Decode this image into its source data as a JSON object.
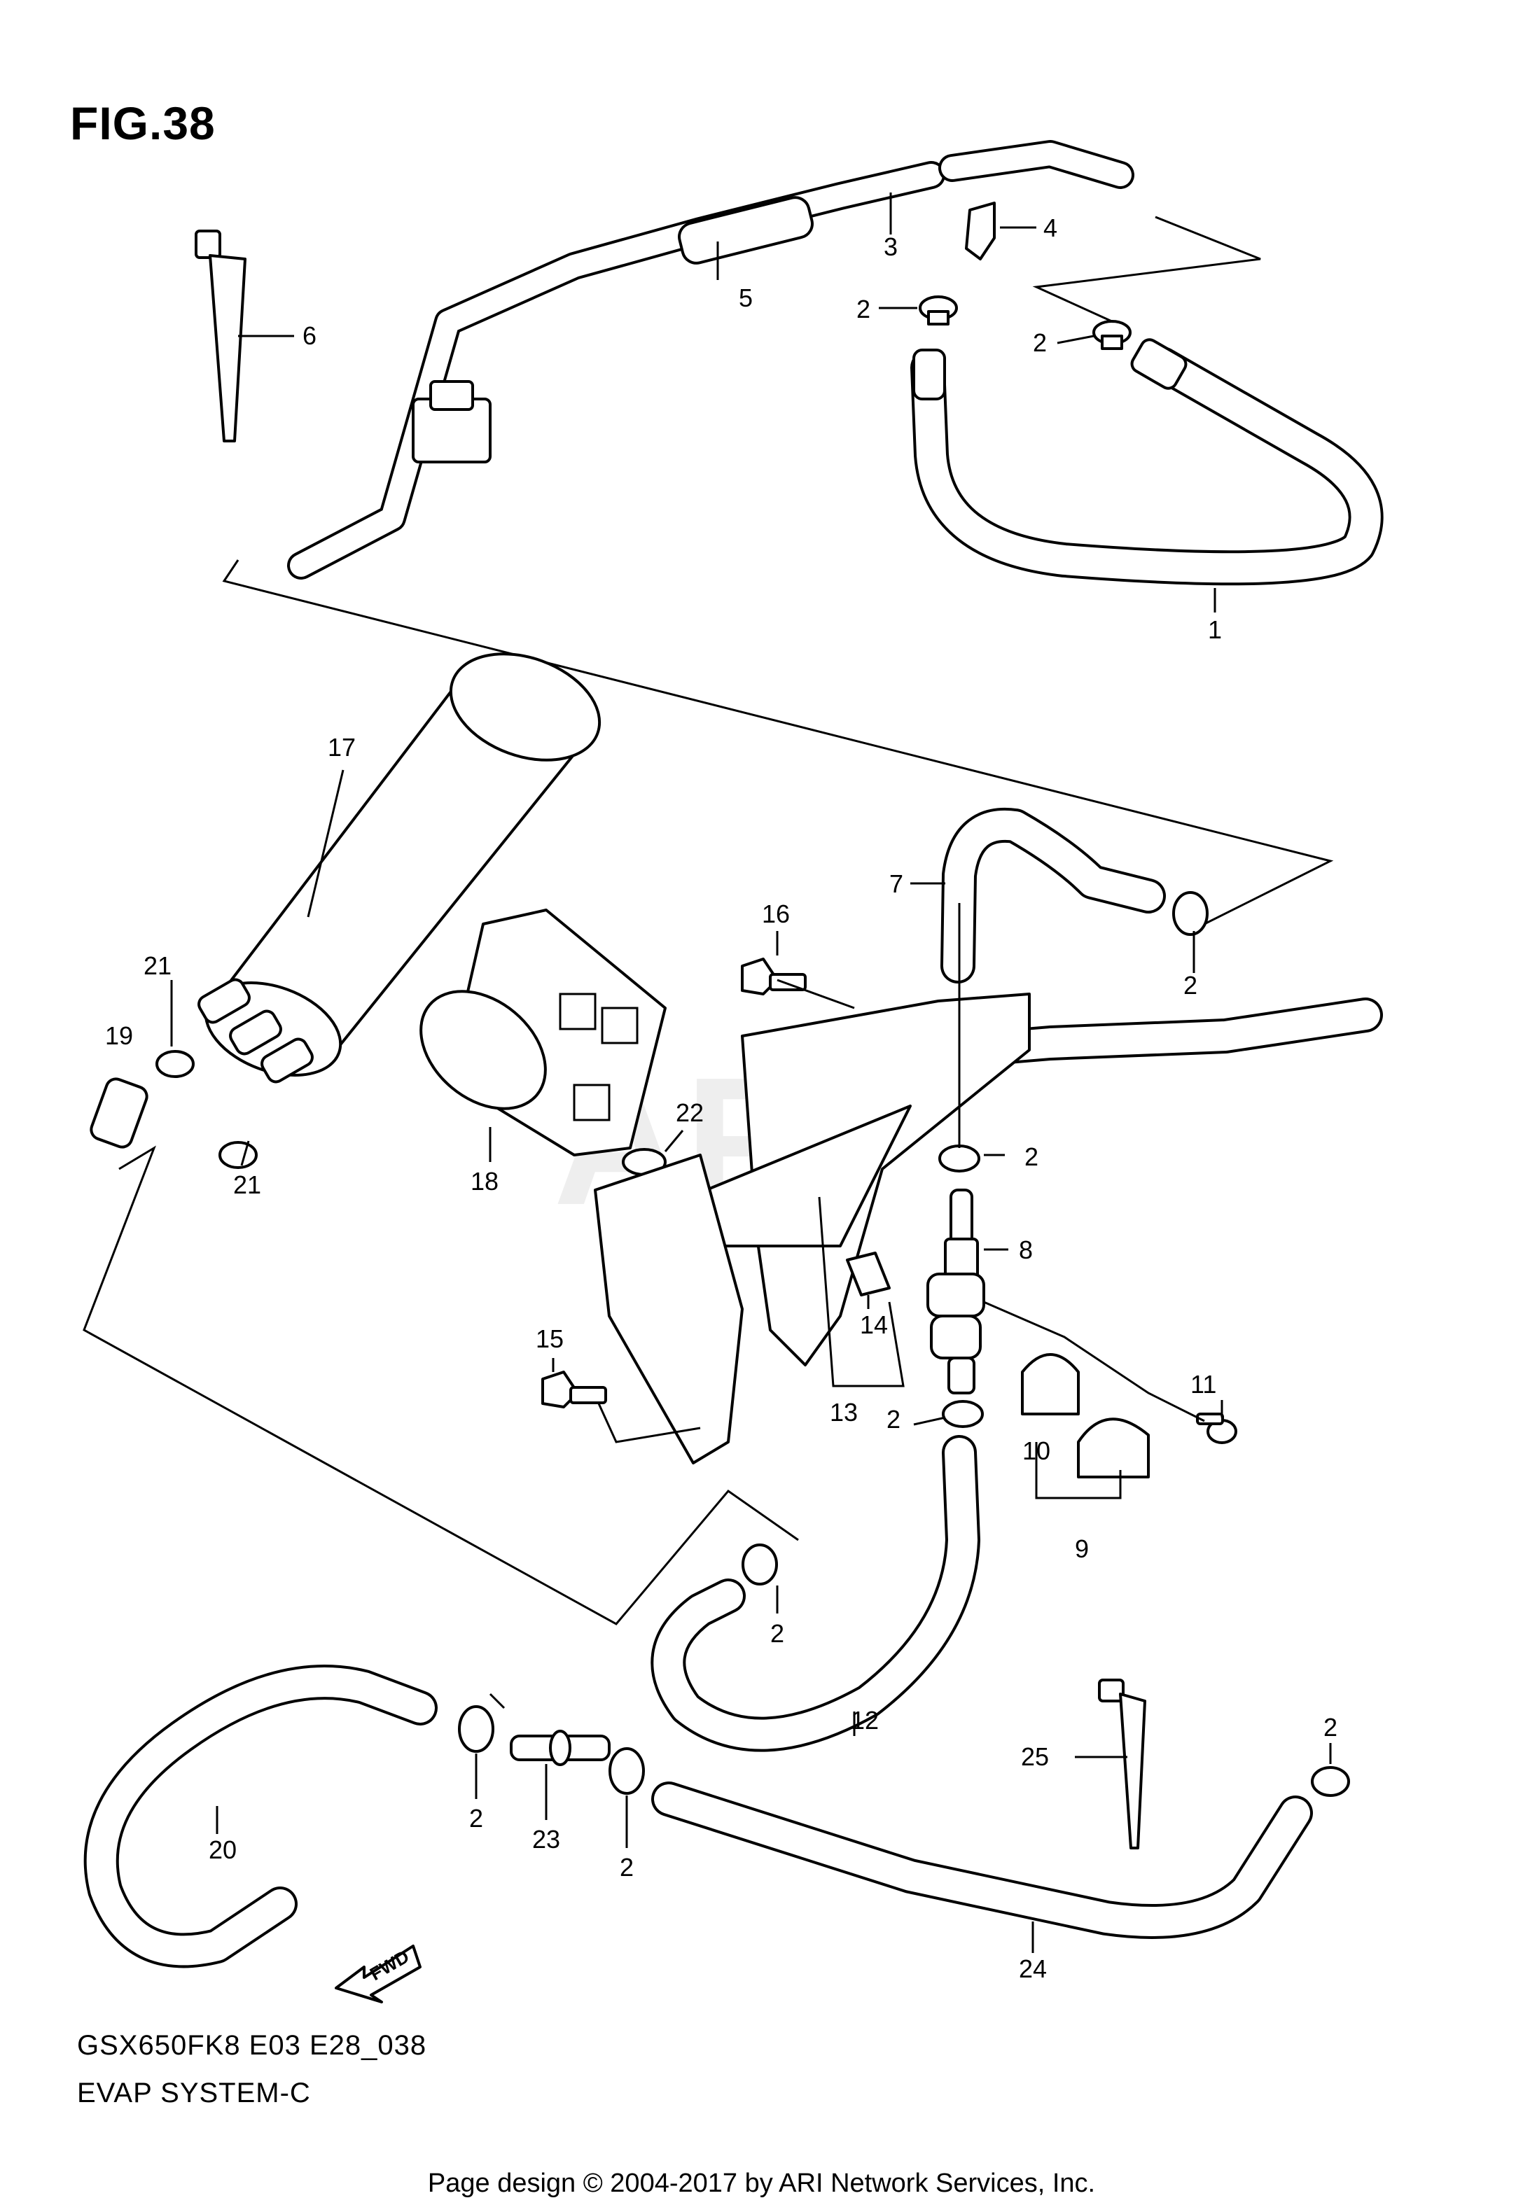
{
  "figure": {
    "title": "FIG.38",
    "model_code": "GSX650FK8 E03 E28_038",
    "system_name": "EVAP SYSTEM-C",
    "watermark": "ARI",
    "fwd_arrow_label": "FWD"
  },
  "callouts": [
    "1",
    "2",
    "3",
    "4",
    "5",
    "6",
    "7",
    "8",
    "9",
    "10",
    "11",
    "12",
    "13",
    "14",
    "15",
    "16",
    "17",
    "18",
    "19",
    "20",
    "21",
    "22",
    "23",
    "24",
    "25"
  ],
  "footer": "Page design © 2004-2017 by ARI Network Services, Inc."
}
